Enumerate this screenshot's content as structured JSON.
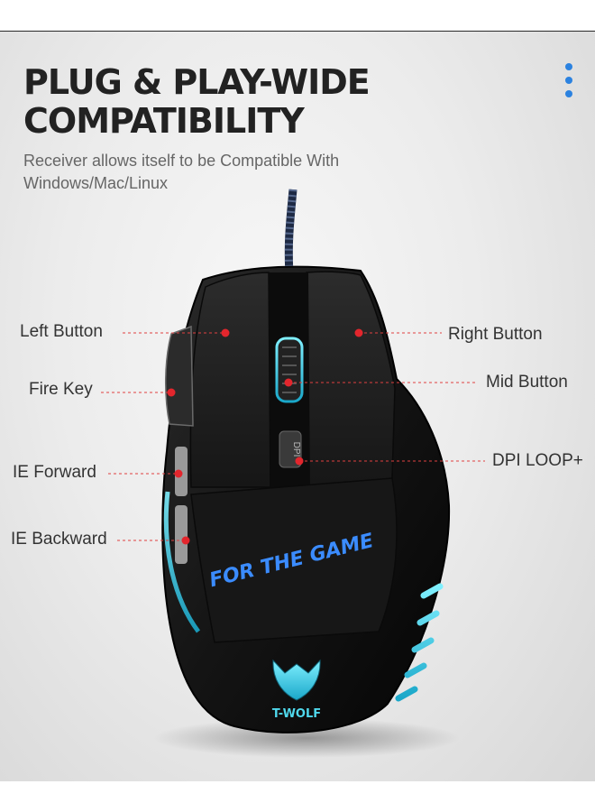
{
  "headline": "PLUG & PLAY-WIDE COMPATIBILITY",
  "subtitle": "Receiver allows itself to be Compatible With Windows/Mac/Linux",
  "more_menu": {
    "icon": "more-vertical-icon",
    "color": "#2b82e0"
  },
  "callouts": {
    "left_button": "Left Button",
    "right_button": "Right Button",
    "fire_key": "Fire Key",
    "mid_button": "Mid Button",
    "ie_forward": "IE Forward",
    "dpi_loop": "DPI LOOP+",
    "ie_backward": "IE Backward"
  },
  "product": {
    "slogan": "FOR THE GAME",
    "brand": "T-WOLF",
    "dpi_button_label": "DPI",
    "emblem_icon": "wolf-head-icon"
  },
  "colors": {
    "accent_led": "#3ad2e6",
    "callout_dot": "#e3262d",
    "callout_line": "#e04040",
    "mouse_body": "#151515"
  }
}
